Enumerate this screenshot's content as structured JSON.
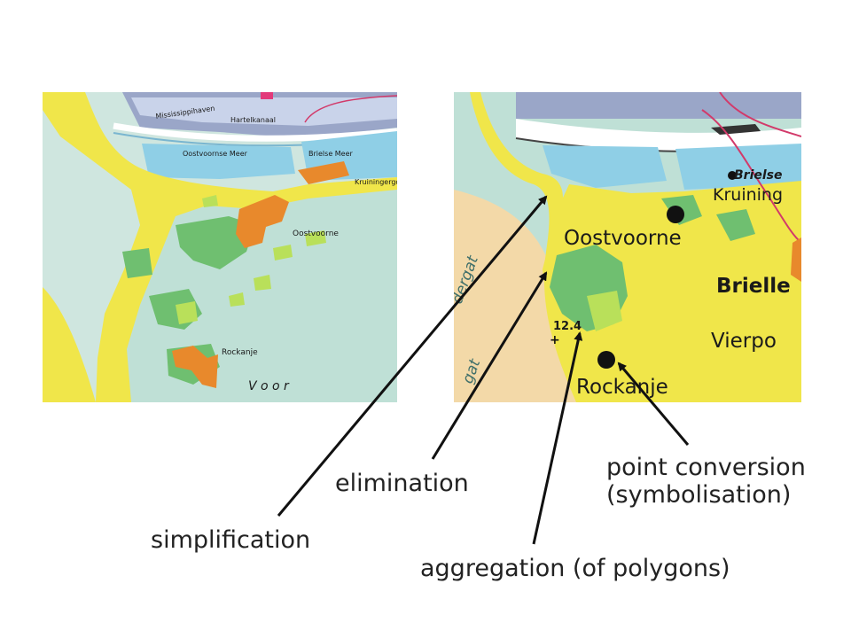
{
  "colors": {
    "water_light": "#cfe6df",
    "sea": "#bfe0d6",
    "lake": "#8fcfe6",
    "sand": "#f0e64a",
    "forest": "#6fbf70",
    "grass": "#b9e05a",
    "built": "#e8892c",
    "harbour": "#9aa6c8",
    "road": "#d23a6a",
    "beige": "#f3d9a8"
  },
  "left_map": {
    "labels": {
      "mississippihaven": "Mississippihaven",
      "hartelkanaal": "Hartelkanaal",
      "oostvoornse_meer": "Oostvoornse Meer",
      "brielse_meer": "Brielse Meer",
      "kruiningergo": "Kruiningergo",
      "oostvoorne": "Oostvoorne",
      "rockanje": "Rockanje",
      "voor": "V o o r"
    }
  },
  "right_map": {
    "labels": {
      "brielse": "Brielse",
      "kruining": "Kruining",
      "oostvoorne": "Oostvoorne",
      "brielle": "Brielle",
      "vierpo": "Vierpo",
      "rockanje": "Rockanje",
      "height": "12.4",
      "dergat": "dergat",
      "gat": "gat"
    }
  },
  "captions": {
    "simplification": "simplification",
    "elimination": "elimination",
    "aggregation": "aggregation (of polygons)",
    "point_conversion_1": "point conversion",
    "point_conversion_2": "(symbolisation)"
  }
}
